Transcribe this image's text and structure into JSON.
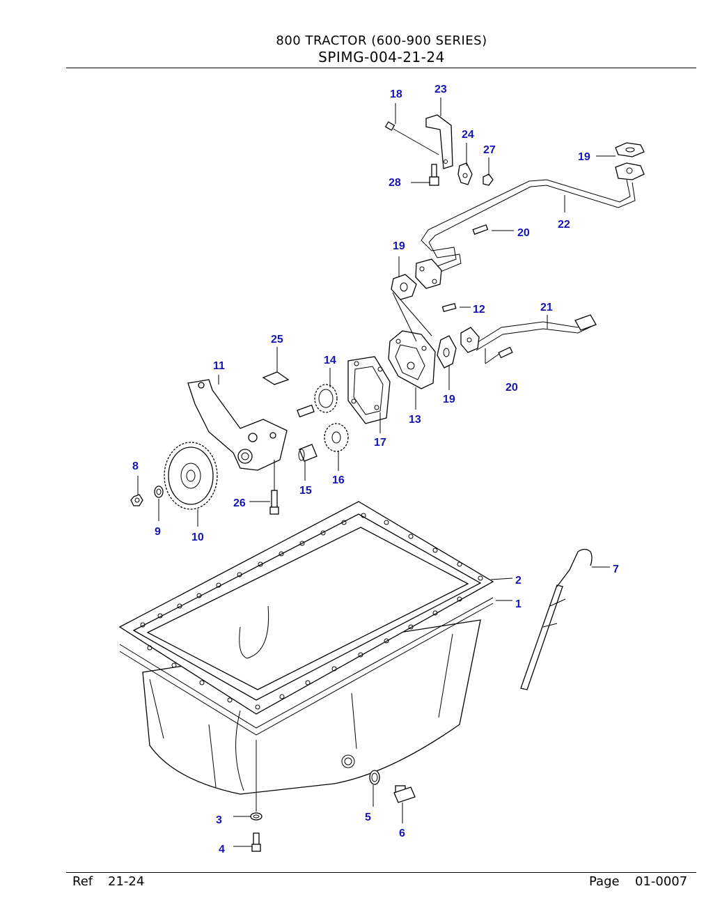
{
  "header": {
    "title": "800 TRACTOR (600-900 SERIES)",
    "subtitle": "SPIMG-004-21-24"
  },
  "footer": {
    "ref_label": "Ref",
    "ref_value": "21-24",
    "page_label": "Page",
    "page_value": "01-0007"
  },
  "callouts": [
    "1",
    "2",
    "3",
    "4",
    "5",
    "6",
    "7",
    "8",
    "9",
    "10",
    "11",
    "12",
    "13",
    "14",
    "15",
    "16",
    "17",
    "18",
    "19",
    "19",
    "19",
    "20",
    "20",
    "21",
    "22",
    "23",
    "24",
    "25",
    "26",
    "27",
    "28"
  ]
}
